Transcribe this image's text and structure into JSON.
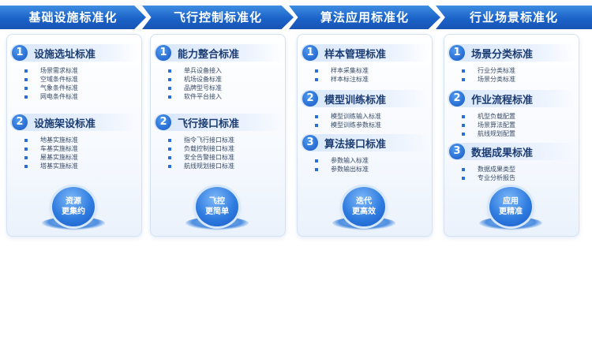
{
  "stages": [
    {
      "header": "基础设施标准化",
      "sections": [
        {
          "num": "1",
          "title": "设施选址标准",
          "items": [
            "场景需求标准",
            "空域条件标准",
            "气象条件标准",
            "网电条件标准"
          ]
        },
        {
          "num": "2",
          "title": "设施架设标准",
          "items": [
            "地基实施标准",
            "车基实施标准",
            "屋基实施标准",
            "塔基实施标准"
          ]
        }
      ],
      "badge": [
        "资源",
        "更集约"
      ]
    },
    {
      "header": "飞行控制标准化",
      "sections": [
        {
          "num": "1",
          "title": "能力整合标准",
          "items": [
            "单兵设备接入",
            "机场设备标准",
            "品牌型号标准",
            "软件平台接入"
          ]
        },
        {
          "num": "2",
          "title": "飞行接口标准",
          "items": [
            "指令飞行接口标准",
            "负载控制接口标准",
            "安全告警接口标准",
            "航线规划接口标准"
          ]
        }
      ],
      "badge": [
        "飞控",
        "更简单"
      ]
    },
    {
      "header": "算法应用标准化",
      "sections": [
        {
          "num": "1",
          "title": "样本管理标准",
          "items": [
            "样本采集标准",
            "样本标注标准"
          ]
        },
        {
          "num": "2",
          "title": "模型训练标准",
          "items": [
            "模型训练输入标准",
            "模型训练参数标准"
          ]
        },
        {
          "num": "3",
          "title": "算法接口标准",
          "items": [
            "参数输入标准",
            "参数输出标准"
          ]
        }
      ],
      "badge": [
        "迭代",
        "更高效"
      ]
    },
    {
      "header": "行业场景标准化",
      "sections": [
        {
          "num": "1",
          "title": "场景分类标准",
          "items": [
            "行业分类标准",
            "场景分类标准"
          ]
        },
        {
          "num": "2",
          "title": "作业流程标准",
          "items": [
            "机型负载配置",
            "场景算法配置",
            "航线规划配置"
          ]
        },
        {
          "num": "3",
          "title": "数据成果标准",
          "items": [
            "数据成果类型",
            "专业分析报告"
          ]
        }
      ],
      "badge": [
        "应用",
        "更精准"
      ]
    }
  ]
}
